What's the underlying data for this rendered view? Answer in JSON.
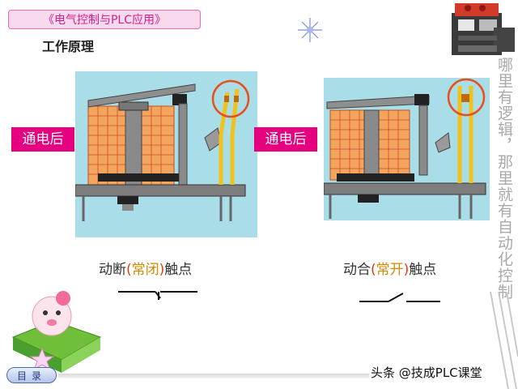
{
  "header": {
    "course_title": "《电气控制与PLC应用》"
  },
  "section": {
    "title": "工作原理"
  },
  "side_note": "哪里有逻辑，那里就有自动化控制",
  "left_panel": {
    "state_label": "通电后",
    "caption": {
      "name": "动断",
      "open": "(",
      "type": "常闭",
      "close": ")",
      "suffix": "触点"
    }
  },
  "right_panel": {
    "state_label": "通电后",
    "caption": {
      "name": "动合",
      "open": "(",
      "type": "常开",
      "close": ")",
      "suffix": "触点"
    }
  },
  "footer": {
    "menu_label": "目录",
    "watermark": "头条 @技成PLC课堂"
  },
  "colors": {
    "panel_bg": "#a9dde8",
    "coil": "#f3a55e",
    "accent_magenta": "#e4007f",
    "highlight_circle": "#e8501a",
    "contact_yellow": "#f2c21a"
  }
}
